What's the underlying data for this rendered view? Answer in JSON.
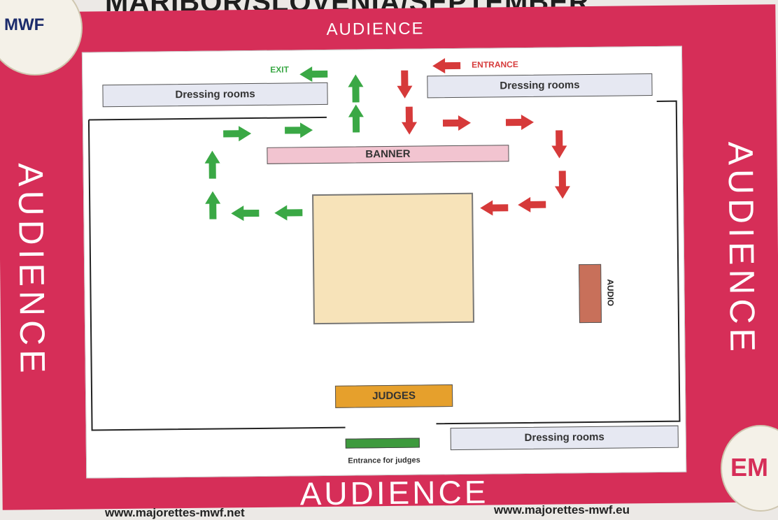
{
  "header": {
    "title": "MARIBOR/SLOVENIA/SEPTEMBER"
  },
  "labels": {
    "audience_top": "AUDIENCE",
    "audience_left": "AUDIENCE",
    "audience_right": "AUDIENCE",
    "audience_bottom": "AUDIENCE",
    "exit": "EXIT",
    "entrance": "ENTRANCE",
    "dressing_top_left": "Dressing rooms",
    "dressing_top_right": "Dressing rooms",
    "dressing_bottom_right": "Dressing rooms",
    "banner": "BANNER",
    "audio": "AUDIO",
    "judges": "JUDGES",
    "entrance_judges": "Entrance for judges"
  },
  "logos": {
    "left": "MWF",
    "right": "EM"
  },
  "footer": {
    "left_url": "www.majorettes-mwf.net",
    "right_url": "www.majorettes-mwf.eu"
  },
  "colors": {
    "board": "#d62e58",
    "exit_arrows": "#3aa845",
    "entrance_arrows": "#d63a3a",
    "banner": "#f2c4d0",
    "stage": "#f7e3b9",
    "audio": "#c8705a",
    "judges": "#e6a02c",
    "judges_entrance": "#3d9a3d"
  }
}
